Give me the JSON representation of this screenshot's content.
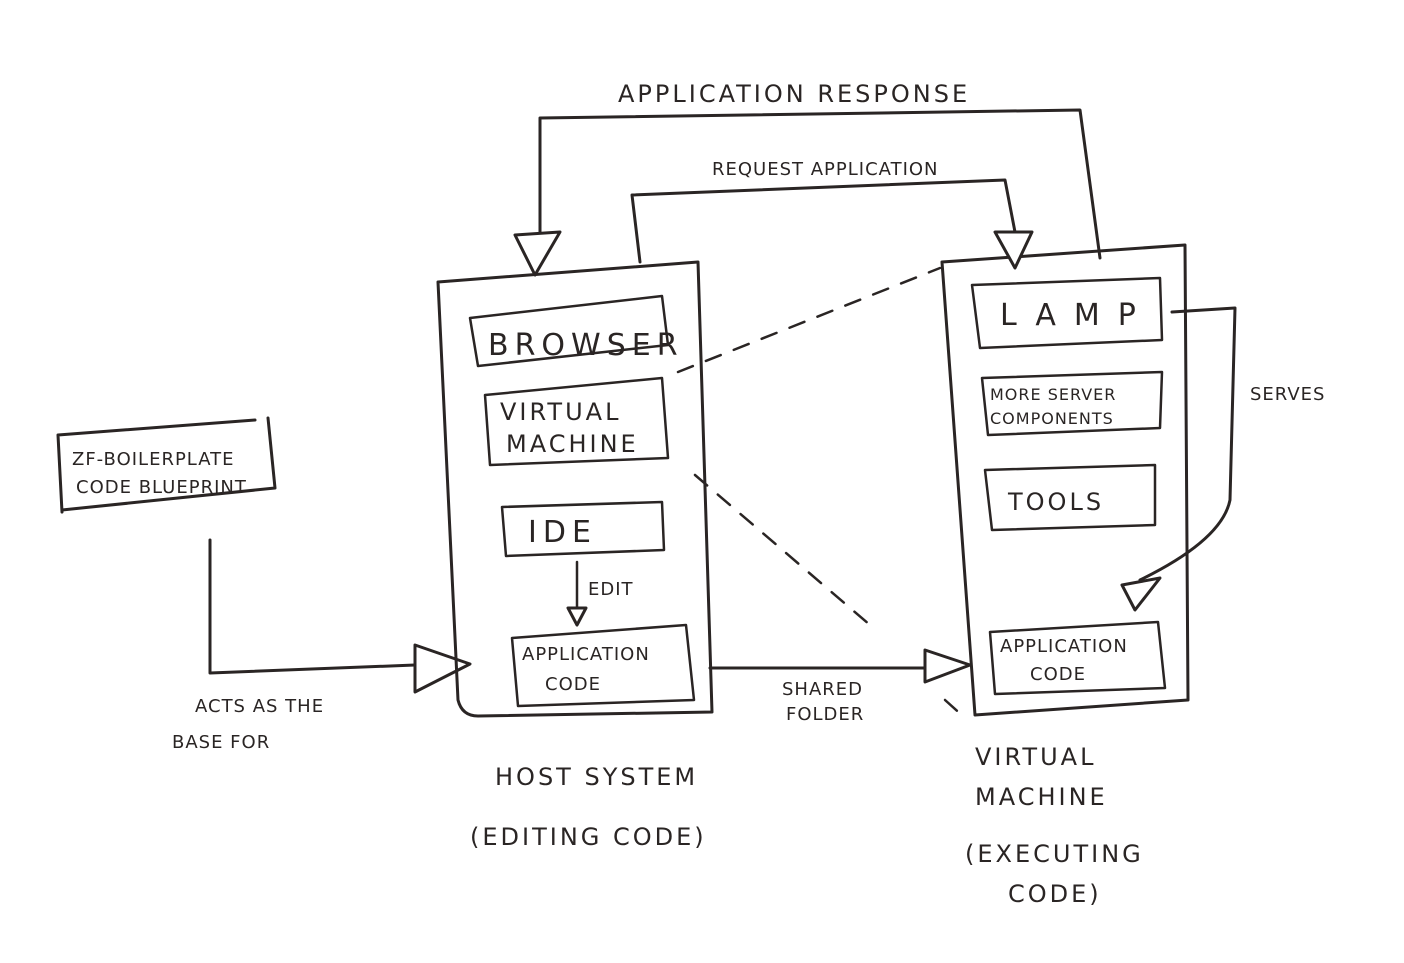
{
  "diagram": {
    "blueprint": {
      "line1": "ZF-Boilerplate",
      "line2": "Code Blueprint"
    },
    "blueprint_edge_label": {
      "line1": "Acts as the",
      "line2": "base for"
    },
    "host": {
      "title": "Host System",
      "subtitle": "(Editing Code)",
      "components": {
        "browser": "Browser",
        "virtual_machine": {
          "line1": "Virtual",
          "line2": "Machine"
        },
        "ide": "IDE",
        "application_code": {
          "line1": "Application",
          "line2": "Code"
        }
      },
      "edit_label": "Edit"
    },
    "vm": {
      "title": {
        "line1": "Virtual",
        "line2": "Machine"
      },
      "subtitle": {
        "line1": "(Executing",
        "line2": "Code)"
      },
      "components": {
        "lamp": "LAMP",
        "more_server": {
          "line1": "More Server",
          "line2": "Components"
        },
        "tools": "Tools",
        "application_code": {
          "line1": "Application",
          "line2": "Code"
        }
      }
    },
    "edges": {
      "application_response": "Application Response",
      "request_application": "Request Application",
      "shared_folder": {
        "line1": "Shared",
        "line2": "Folder"
      },
      "serves": "Serves"
    }
  }
}
